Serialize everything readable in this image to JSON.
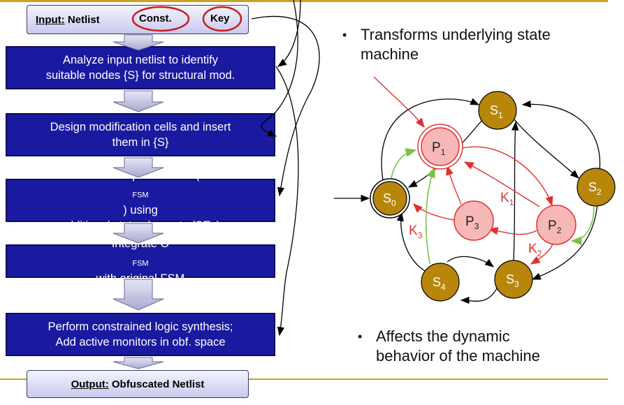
{
  "flow": {
    "input": {
      "prefix": "Input:",
      "netlist": "Netlist",
      "const": "Const.",
      "key": "Key"
    },
    "steps": [
      {
        "line1": "Analyze input netlist to identify",
        "line2": "suitable nodes {S} for structural mod."
      },
      {
        "line1": "Design modification cells and insert",
        "line2": "them in {S}"
      },
      {
        "line1": "Create a separate FSM (O",
        "sub1": "FSM",
        "line1b": ") using",
        "line2": "additional state elements (SEs)"
      },
      {
        "line1": "Integrate O",
        "sub1": "FSM",
        "line1b": " with original FSM"
      },
      {
        "line1": "Perform constrained logic synthesis;",
        "line2": "Add active monitors in obf. space"
      }
    ],
    "output": {
      "prefix": "Output:",
      "text": "Obfuscated Netlist"
    }
  },
  "bullets": {
    "top": {
      "line1": "Transforms underlying state",
      "line2": "machine"
    },
    "bottom": {
      "line1": "Affects the dynamic",
      "line2": "behavior of the machine"
    }
  },
  "fsm": {
    "original_states": [
      {
        "name": "S",
        "sub": "0"
      },
      {
        "name": "S",
        "sub": "1"
      },
      {
        "name": "S",
        "sub": "2"
      },
      {
        "name": "S",
        "sub": "3"
      },
      {
        "name": "S",
        "sub": "4"
      }
    ],
    "obf_states": [
      {
        "name": "P",
        "sub": "1"
      },
      {
        "name": "P",
        "sub": "2"
      },
      {
        "name": "P",
        "sub": "3"
      }
    ],
    "keys": [
      {
        "name": "K",
        "sub": "1"
      },
      {
        "name": "K",
        "sub": "2"
      },
      {
        "name": "K",
        "sub": "3"
      }
    ]
  },
  "colors": {
    "step_fill": "#1a1aa0",
    "state_fill": "#b8860b",
    "obf_fill": "#f7b8b8",
    "obf_stroke": "#e03030",
    "green_edge": "#7cc04a",
    "accent_rule": "#c9a227"
  }
}
